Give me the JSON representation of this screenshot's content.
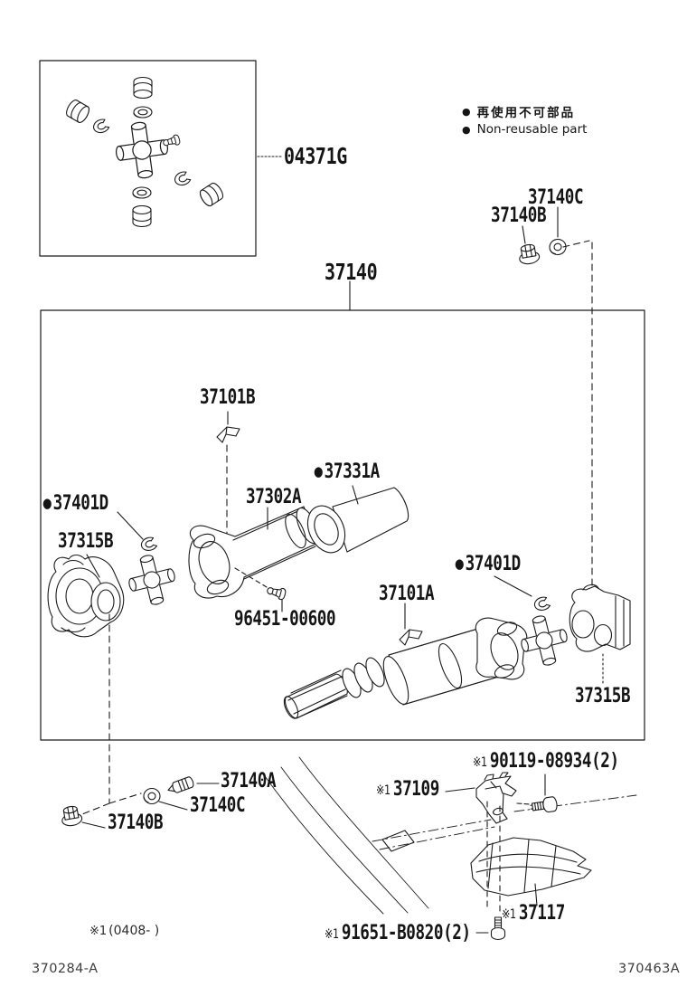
{
  "diagram": {
    "figure_code_left": "370284-A",
    "figure_code_right": "370463A",
    "bullet": "●",
    "ref_mark": "※1",
    "legend": {
      "jp": "再使用不可部品",
      "en": "Non-reusable part"
    },
    "note_0408": "(0408-   )",
    "labels": {
      "kit": "04371G",
      "assembly": "37140",
      "slinger_front": "37101B",
      "dust_cover": "37331A",
      "sleeve_yoke": "37302A",
      "snap_ring_front": "37401D",
      "flange_front": "37315B",
      "grease_fitting": "96451-00600",
      "slinger_rear": "37101A",
      "snap_ring_rear": "37401D",
      "flange_rear": "37315B",
      "nut_top": "37140B",
      "washer_top": "37140C",
      "bolt_lower": "37140A",
      "washer_lower": "37140C",
      "nut_lower": "37140B",
      "bracket_bolt": "90119-08934(2)",
      "bracket": "37109",
      "heat_shield": "37117",
      "shield_bolt": "91651-B0820(2)"
    }
  }
}
